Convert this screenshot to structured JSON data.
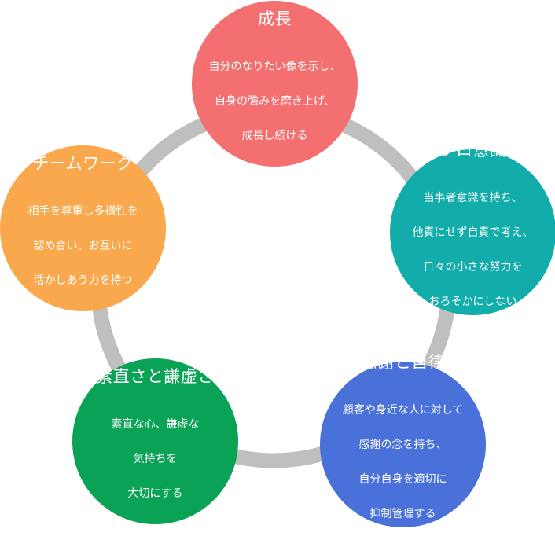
{
  "diagram": {
    "ring_color": "#bfbfbf",
    "nodes": [
      {
        "id": "growth",
        "title": "成長",
        "lines": [
          "自分のなりたい像を示し、",
          "自身の強みを磨き上げ、",
          "成長し続ける"
        ],
        "color": "#f47070"
      },
      {
        "id": "pro",
        "title": "プロ意識",
        "lines": [
          "当事者意識を持ち、",
          "他責にせず自責で考え、",
          "日々の小さな努力を",
          "おろそかにしない"
        ],
        "color": "#12adaa"
      },
      {
        "id": "gratitude",
        "title": "感謝と自律",
        "lines": [
          "顧客や身近な人に対して",
          "感謝の念を持ち、",
          "自分自身を適切に",
          "抑制管理する"
        ],
        "color": "#4a71d9"
      },
      {
        "id": "humility",
        "title": "素直さと謙虚さ",
        "lines": [
          "素直な心、謙虚な",
          "気持ちを",
          "大切にする"
        ],
        "color": "#0aa356"
      },
      {
        "id": "teamwork",
        "title": "チームワーク",
        "lines": [
          "相手を尊重し多様性を",
          "認め合い、お互いに",
          "活かしあう力を持つ"
        ],
        "color": "#f9a84e"
      }
    ]
  }
}
